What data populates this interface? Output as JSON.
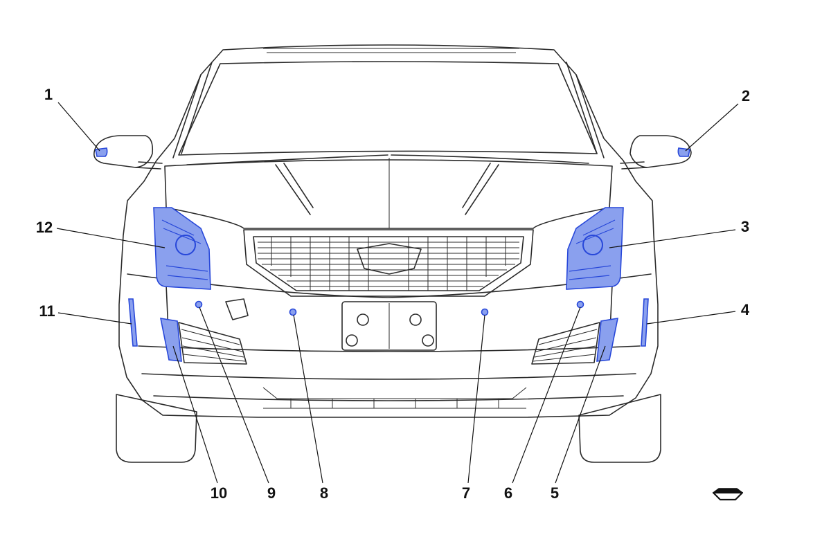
{
  "callouts": [
    {
      "id": "1",
      "label": "1"
    },
    {
      "id": "2",
      "label": "2"
    },
    {
      "id": "3",
      "label": "3"
    },
    {
      "id": "4",
      "label": "4"
    },
    {
      "id": "5",
      "label": "5"
    },
    {
      "id": "6",
      "label": "6"
    },
    {
      "id": "7",
      "label": "7"
    },
    {
      "id": "8",
      "label": "8"
    },
    {
      "id": "9",
      "label": "9"
    },
    {
      "id": "10",
      "label": "10"
    },
    {
      "id": "11",
      "label": "11"
    },
    {
      "id": "12",
      "label": "12"
    }
  ],
  "colors": {
    "body_fill": "#d3d1c0",
    "outline": "#2a2a2a",
    "highlight_fill": "#8aa0ee",
    "highlight_stroke": "#2747d9",
    "background": "#ffffff"
  },
  "icons": {
    "direction": "forward-direction-arrow-icon"
  }
}
